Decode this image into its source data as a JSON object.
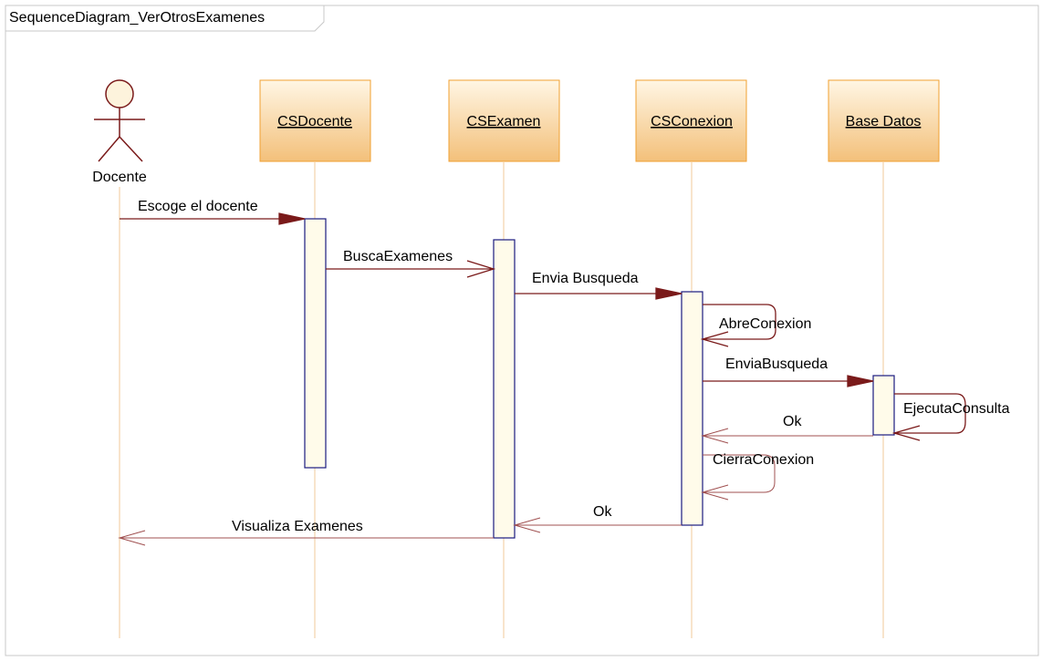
{
  "frame": {
    "title": "SequenceDiagram_VerOtrosExamenes"
  },
  "actor": {
    "label": "Docente"
  },
  "objects": [
    {
      "id": "csdocente",
      "label": "CSDocente"
    },
    {
      "id": "csexamen",
      "label": "CSExamen"
    },
    {
      "id": "csconexion",
      "label": "CSConexion"
    },
    {
      "id": "basedatos",
      "label": "Base Datos"
    }
  ],
  "messages": [
    {
      "id": "m1",
      "label": "Escoge el docente",
      "kind": "sync"
    },
    {
      "id": "m2",
      "label": "BuscaExamenes",
      "kind": "async"
    },
    {
      "id": "m3",
      "label": "Envia Busqueda",
      "kind": "sync"
    },
    {
      "id": "m4",
      "label": "AbreConexion",
      "kind": "self-async"
    },
    {
      "id": "m5",
      "label": "EnviaBusqueda",
      "kind": "sync"
    },
    {
      "id": "m6",
      "label": "EjecutaConsulta",
      "kind": "self-async"
    },
    {
      "id": "m7",
      "label": "Ok",
      "kind": "return"
    },
    {
      "id": "m8",
      "label": "CierraConexion",
      "kind": "self-return"
    },
    {
      "id": "m9",
      "label": "Ok",
      "kind": "return"
    },
    {
      "id": "m10",
      "label": "Visualiza Examenes",
      "kind": "return"
    }
  ],
  "colors": {
    "object_fill_top": "#fff3dc",
    "object_fill_bottom": "#f3c27a",
    "object_border": "#f0a030",
    "lifeline": "#f0c89a",
    "activation_fill": "#fffbea",
    "activation_border": "#1a1a80",
    "message_line": "#7a1a1a",
    "actor_head": "#fdf3dc",
    "actor_stroke": "#7a1a1a",
    "frame_border": "#c8c8c8"
  }
}
